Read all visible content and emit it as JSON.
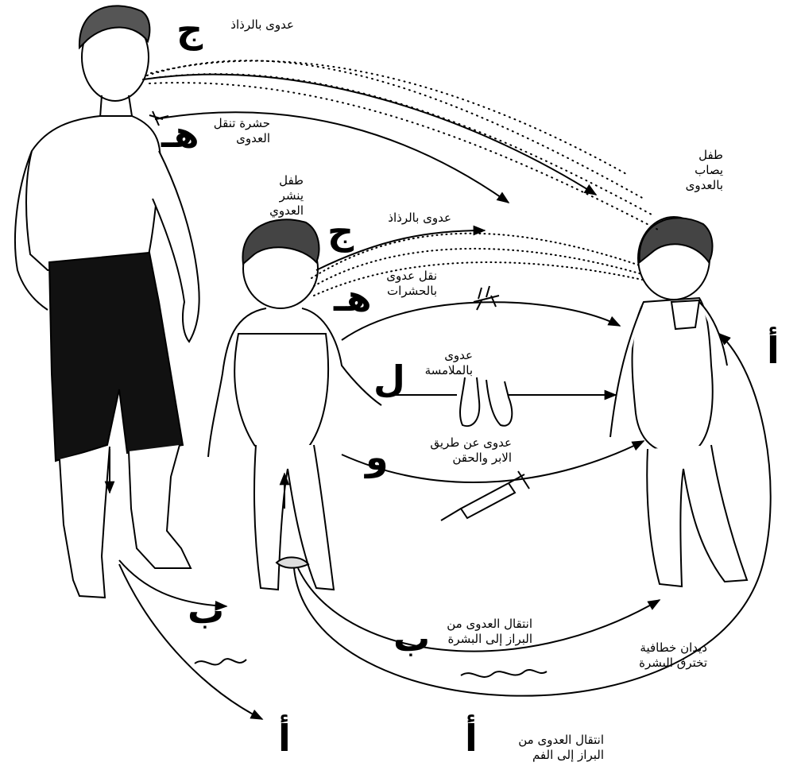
{
  "labels": {
    "airborne_top": "عدوى بالرذاذ",
    "insect_carrier": [
      "حشرة تنقل",
      "العدوى"
    ],
    "child_spreader": [
      "طفل",
      "ينشر",
      "العدوي"
    ],
    "airborne_mid": "عدوى بالرذاذ",
    "insect_transmission": [
      "نقل عدوى",
      "بالحشرات"
    ],
    "child_infected": [
      "طفل",
      "يصاب",
      "بالعدوى"
    ],
    "contact": [
      "عدوى",
      "بالملامسة"
    ],
    "injection": [
      "عدوى عن طريق",
      "الابر والحقن"
    ],
    "feces_to_skin": [
      "انتقال العدوى من",
      "البراز إلى البشرة"
    ],
    "hookworms": [
      "ديدان خطافية",
      "تخترق البشرة"
    ],
    "feces_to_mouth": [
      "انتقال العدوى من",
      "البراز إلى الفم"
    ]
  },
  "letters": {
    "jeem_top": "ج",
    "ha_top": "هـ",
    "jeem_mid": "ج",
    "ha_mid": "هـ",
    "lam": "ل",
    "waw": "و",
    "alif_right": "أ",
    "ba_left": "ب",
    "ba_mid": "ب",
    "alif_bottom_left": "أ",
    "alif_bottom_mid": "أ"
  },
  "colors": {
    "ink": "#000000",
    "background": "#ffffff"
  }
}
